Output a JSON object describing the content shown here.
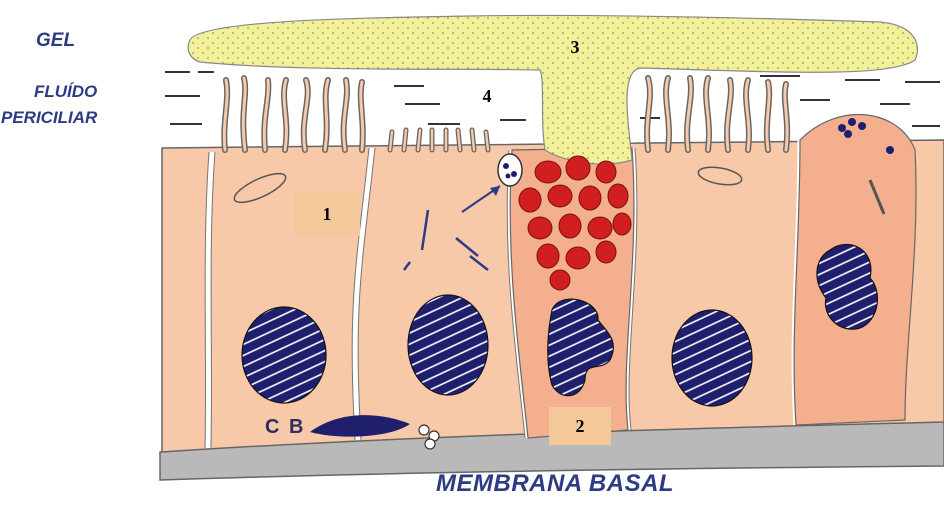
{
  "labels": {
    "gel": "GEL",
    "fluid_line1": "FLUÍDO",
    "fluid_line2": "PERICILIAR",
    "membrane": "MEMBRANA BASAL",
    "basal_cell": "C B"
  },
  "numbers": {
    "n1": "1",
    "n2": "2",
    "n3": "3",
    "n4": "4"
  },
  "colors": {
    "cell": "#f8c9a8",
    "goblet": "#f4b08e",
    "gel": "#f3f09a",
    "nucleus": "#1f1f6e",
    "granules": "#d11f1f",
    "membrane": "#b9b9b9",
    "label_text": "#2d3b85"
  }
}
